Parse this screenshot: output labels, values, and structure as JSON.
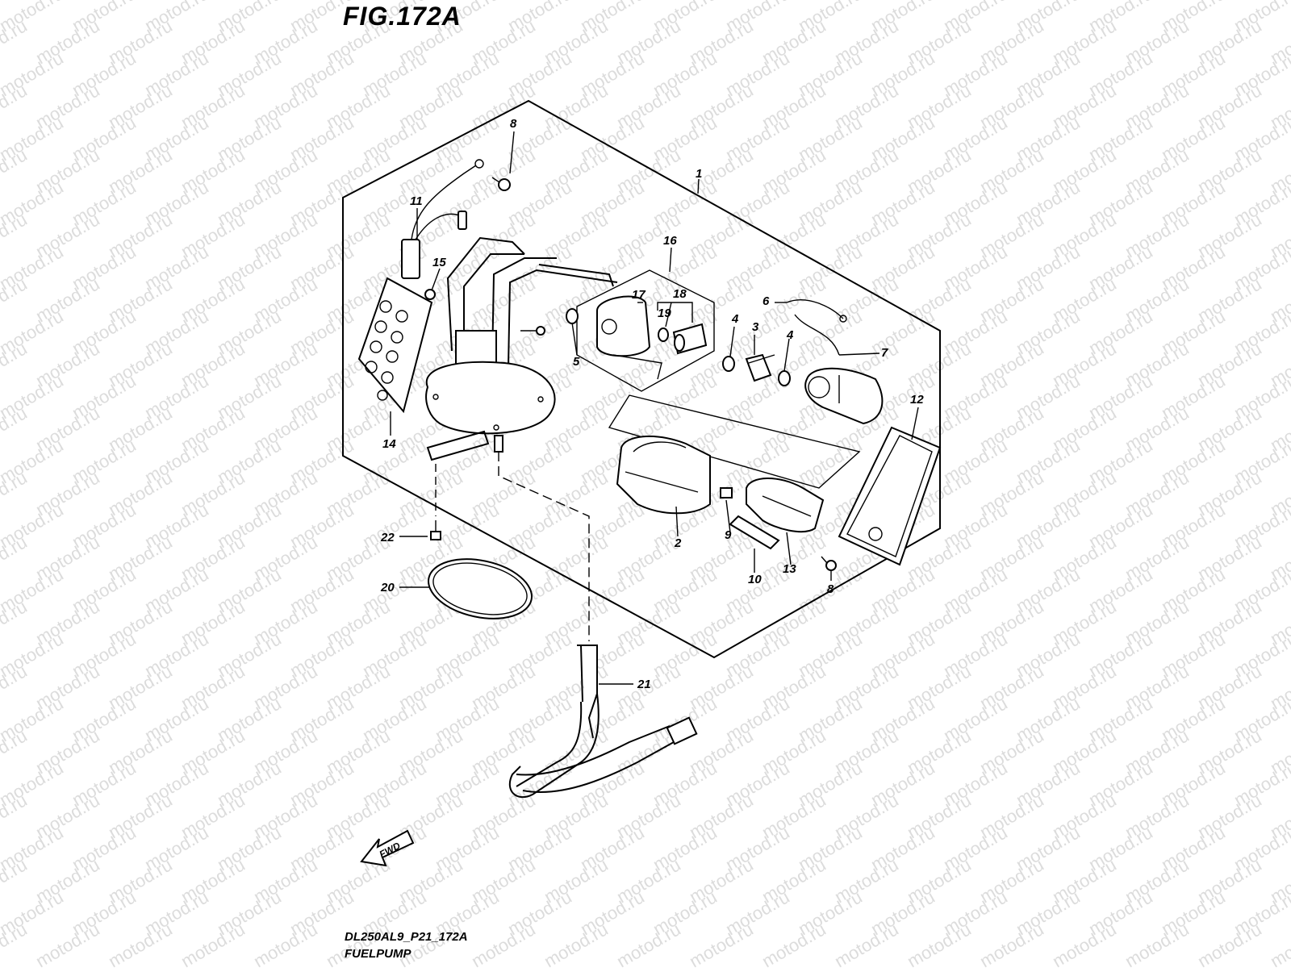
{
  "figure": {
    "title": "FIG.172A",
    "model_code": "DL250AL9_P21_172A",
    "name": "FUELPUMP",
    "watermark": "motod.ru",
    "direction_label": "FWD"
  },
  "callouts": [
    "1",
    "2",
    "3",
    "4",
    "4",
    "5",
    "6",
    "7",
    "8",
    "8",
    "9",
    "10",
    "11",
    "12",
    "13",
    "14",
    "15",
    "16",
    "17",
    "18",
    "19",
    "20",
    "21",
    "22"
  ],
  "colors": {
    "line": "#000000",
    "watermark": "#dcdcdc",
    "background": "#ffffff"
  }
}
